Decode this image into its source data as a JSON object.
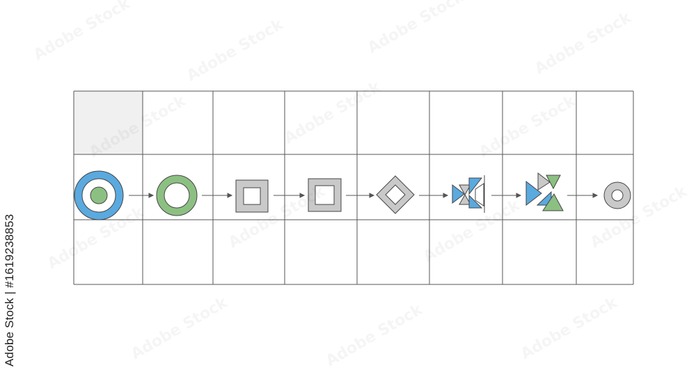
{
  "side_credit": "Adobe Stock | #1619238853",
  "watermark_text": "Adobe Stock",
  "colors": {
    "blue": "#5aa9df",
    "green": "#8cc082",
    "gray": "#c9c9c9",
    "highlight_cell": "#f0f0f0",
    "grid_line": "#555555",
    "stroke": "#444444"
  },
  "grid": {
    "columns": 8,
    "rows": 3,
    "highlighted_cell": {
      "row": 0,
      "col": 0
    }
  },
  "shapes": [
    {
      "name": "blue-ring-with-green-dot-icon"
    },
    {
      "name": "green-ring-icon"
    },
    {
      "name": "gray-square-frame-icon"
    },
    {
      "name": "gray-square-frame-large-icon"
    },
    {
      "name": "gray-diamond-frame-icon"
    },
    {
      "name": "split-triangles-icon"
    },
    {
      "name": "bowtie-triangles-icon"
    },
    {
      "name": "small-gray-ring-icon"
    }
  ],
  "arrow_count": 7
}
